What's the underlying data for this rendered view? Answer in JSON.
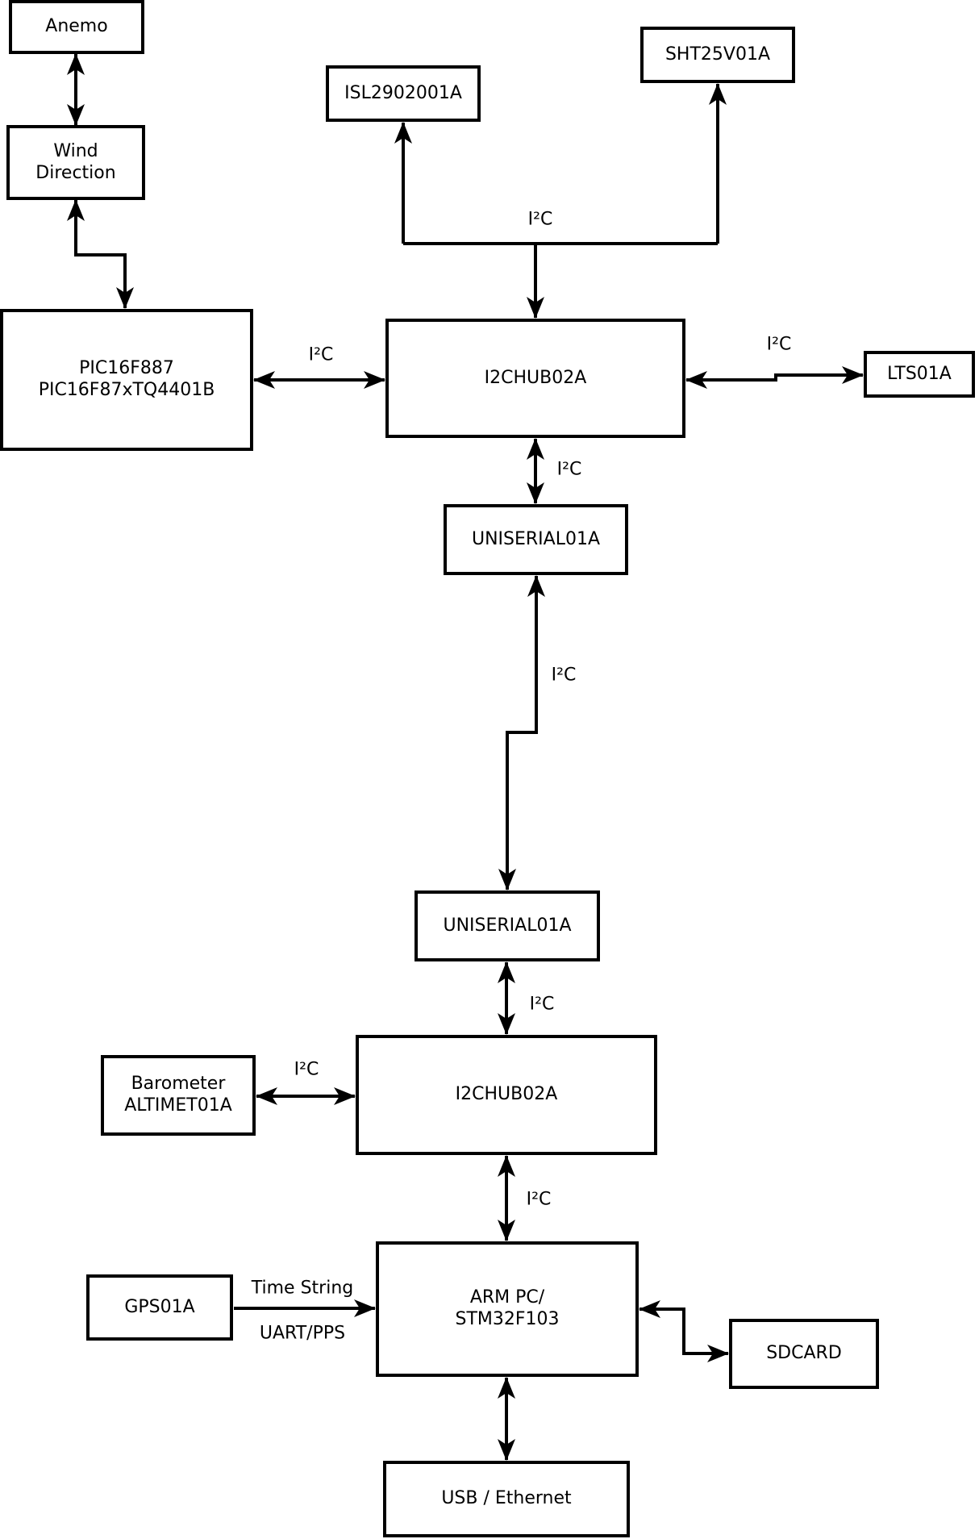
{
  "diagram": {
    "background_color": "#ffffff",
    "line_color": "#000000",
    "nodes": {
      "anemo": {
        "label": "Anemo"
      },
      "wind_direction": {
        "label": "Wind\nDirection"
      },
      "pic": {
        "label": "PIC16F887\nPIC16F87xTQ4401B"
      },
      "isl": {
        "label": "ISL2902001A"
      },
      "sht": {
        "label": "SHT25V01A"
      },
      "i2chub_top": {
        "label": "I2CHUB02A"
      },
      "lts": {
        "label": "LTS01A"
      },
      "uniserial_top": {
        "label": "UNISERIAL01A"
      },
      "uniserial_bottom": {
        "label": "UNISERIAL01A"
      },
      "i2chub_bottom": {
        "label": "I2CHUB02A"
      },
      "barometer": {
        "label": "Barometer\nALTIMET01A"
      },
      "gps": {
        "label": "GPS01A"
      },
      "arm": {
        "label": "ARM PC/\nSTM32F103"
      },
      "sdcard": {
        "label": "SDCARD"
      },
      "usb": {
        "label": "USB / Ethernet"
      }
    },
    "edge_labels": {
      "i2c_sensors": "I²C",
      "i2c_pic_hub": "I²C",
      "i2c_hub_lts": "I²C",
      "i2c_hub_uniserial": "I²C",
      "i2c_uniserial_link": "I²C",
      "i2c_uniserial_hub2": "I²C",
      "i2c_barometer_hub2": "I²C",
      "i2c_hub2_arm": "I²C",
      "gps_time_string": "Time String",
      "gps_uart_pps": "UART/PPS"
    }
  }
}
